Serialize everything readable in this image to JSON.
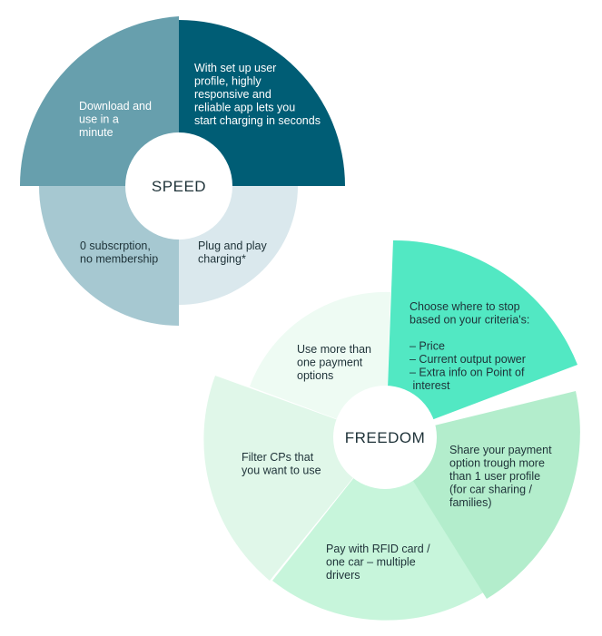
{
  "speed": {
    "title": "SPEED",
    "colors": {
      "top_left": "#679fad",
      "top_right": "#005d75",
      "bottom_left": "#a6c8d1",
      "bottom_right": "#dae8ed",
      "text_light": "#ffffff",
      "text_dark": "#1e3238"
    },
    "segments": [
      {
        "id": "download",
        "lines": [
          "Download and",
          "use in a",
          "minute"
        ]
      },
      {
        "id": "profile",
        "lines": [
          "With set up user",
          "profile, highly",
          "responsive and",
          "reliable app lets you",
          "start charging in seconds"
        ]
      },
      {
        "id": "subscription",
        "lines": [
          "0 subscrption,",
          "no membership"
        ]
      },
      {
        "id": "plug",
        "lines": [
          "Plug and play",
          "charging*"
        ]
      }
    ]
  },
  "freedom": {
    "title": "FREEDOM",
    "colors": {
      "choose": "#52e8c3",
      "share": "#b3edcc",
      "rfid": "#c7f5db",
      "filter": "#e0f7e9",
      "payment_options": "#eefbf3",
      "text": "#1e3238"
    },
    "segments": [
      {
        "id": "choose",
        "lines": [
          "Choose where to stop",
          "based on your criteria's:",
          "",
          "– Price",
          "– Current output power",
          "– Extra info on Point of",
          "   interest"
        ]
      },
      {
        "id": "share",
        "lines": [
          "Share your payment",
          "option trough more",
          "than 1 user profile",
          "(for car sharing /",
          "families)"
        ]
      },
      {
        "id": "rfid",
        "lines": [
          "Pay with RFID card /",
          "one car – multiple",
          "drivers"
        ]
      },
      {
        "id": "filter",
        "lines": [
          "Filter CPs that",
          "you want to use"
        ]
      },
      {
        "id": "payment-options",
        "lines": [
          "Use more than",
          "one payment",
          "options"
        ]
      }
    ]
  }
}
